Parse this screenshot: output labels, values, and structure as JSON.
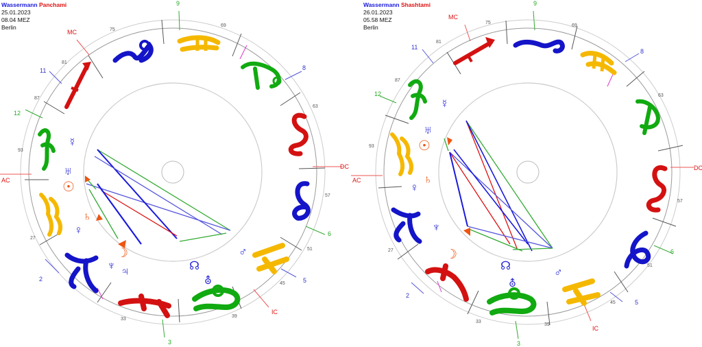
{
  "charts": [
    {
      "title_blue": "Wassermann",
      "title_red": "Panchami",
      "date": "25.01.2023",
      "time": "08.04 MEZ",
      "place": "Berlin",
      "angles": {
        "ac": "AC",
        "dc": "DC",
        "mc": "MC",
        "ic": "IC"
      },
      "houses": [
        "2",
        "3",
        "5",
        "6",
        "8",
        "9",
        "11",
        "12"
      ],
      "degrees": [
        "75",
        "69",
        "63",
        "57",
        "51",
        "45",
        "39",
        "33",
        "27",
        "93",
        "87",
        "81"
      ],
      "planets": [
        "☿",
        "♅",
        "☉",
        "♄",
        "♀",
        "☽",
        "♆",
        "♃",
        "☊",
        "⛢",
        "♂"
      ]
    },
    {
      "title_blue": "Wassermann",
      "title_red": "Shashtami",
      "date": "26.01.2023",
      "time": "05.58 MEZ",
      "place": "Berlin",
      "angles": {
        "ac": "AC",
        "dc": "DC",
        "mc": "MC",
        "ic": "IC"
      },
      "houses": [
        "2",
        "3",
        "5",
        "6",
        "8",
        "9",
        "11",
        "12"
      ],
      "degrees": [
        "75",
        "69",
        "63",
        "57",
        "51",
        "45",
        "39",
        "33",
        "27",
        "93",
        "87",
        "81"
      ],
      "planets": [
        "☿",
        "♅",
        "☉",
        "♄",
        "♀",
        "♆",
        "☽",
        "☊",
        "⛢",
        "♂"
      ]
    }
  ],
  "colors": {
    "fire": "#dd1111",
    "earth": "#11aa11",
    "air": "#f5b800",
    "water": "#1414c8",
    "planet_blue": "#2b2bd6",
    "planet_orange": "#ee5511",
    "axis": "#ee4444"
  }
}
